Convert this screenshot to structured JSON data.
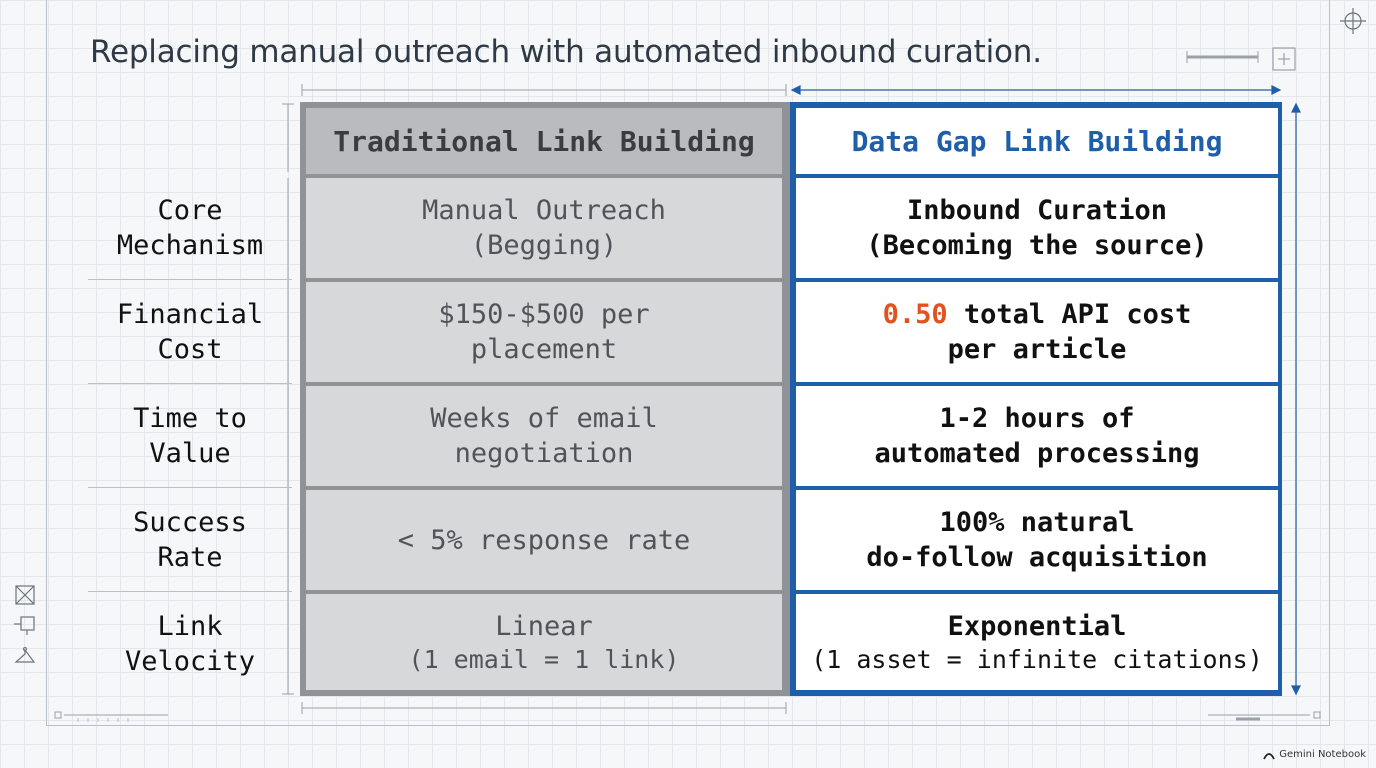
{
  "title": "Replacing manual outreach with automated inbound curation.",
  "columns": {
    "traditional": "Traditional Link Building",
    "data_gap": "Data Gap Link Building"
  },
  "rows": [
    {
      "label": "Core\nMechanism",
      "traditional": [
        "Manual Outreach",
        "(Begging)"
      ],
      "data_gap": [
        "Inbound Curation",
        "(Becoming the source)"
      ]
    },
    {
      "label": "Financial\nCost",
      "traditional": [
        "$150-$500 per",
        "placement"
      ],
      "data_gap_accent": "0.50",
      "data_gap": [
        " total API cost",
        "per article"
      ]
    },
    {
      "label": "Time to\nValue",
      "traditional": [
        "Weeks of email",
        "negotiation"
      ],
      "data_gap": [
        "1-2 hours of",
        "automated processing"
      ]
    },
    {
      "label": "Success\nRate",
      "traditional": [
        "< 5% response rate"
      ],
      "data_gap": [
        "100% natural",
        "do-follow acquisition"
      ]
    },
    {
      "label": "Link\nVelocity",
      "traditional": [
        "Linear",
        "(1 email = 1 link)"
      ],
      "data_gap": [
        "Exponential",
        "(1 asset = infinite citations)"
      ]
    }
  ],
  "badge": "Gemini Notebook",
  "colors": {
    "accent": "#e0531f",
    "data_gap_blue": "#1f5ea8",
    "traditional_gray": "#8f9296"
  }
}
